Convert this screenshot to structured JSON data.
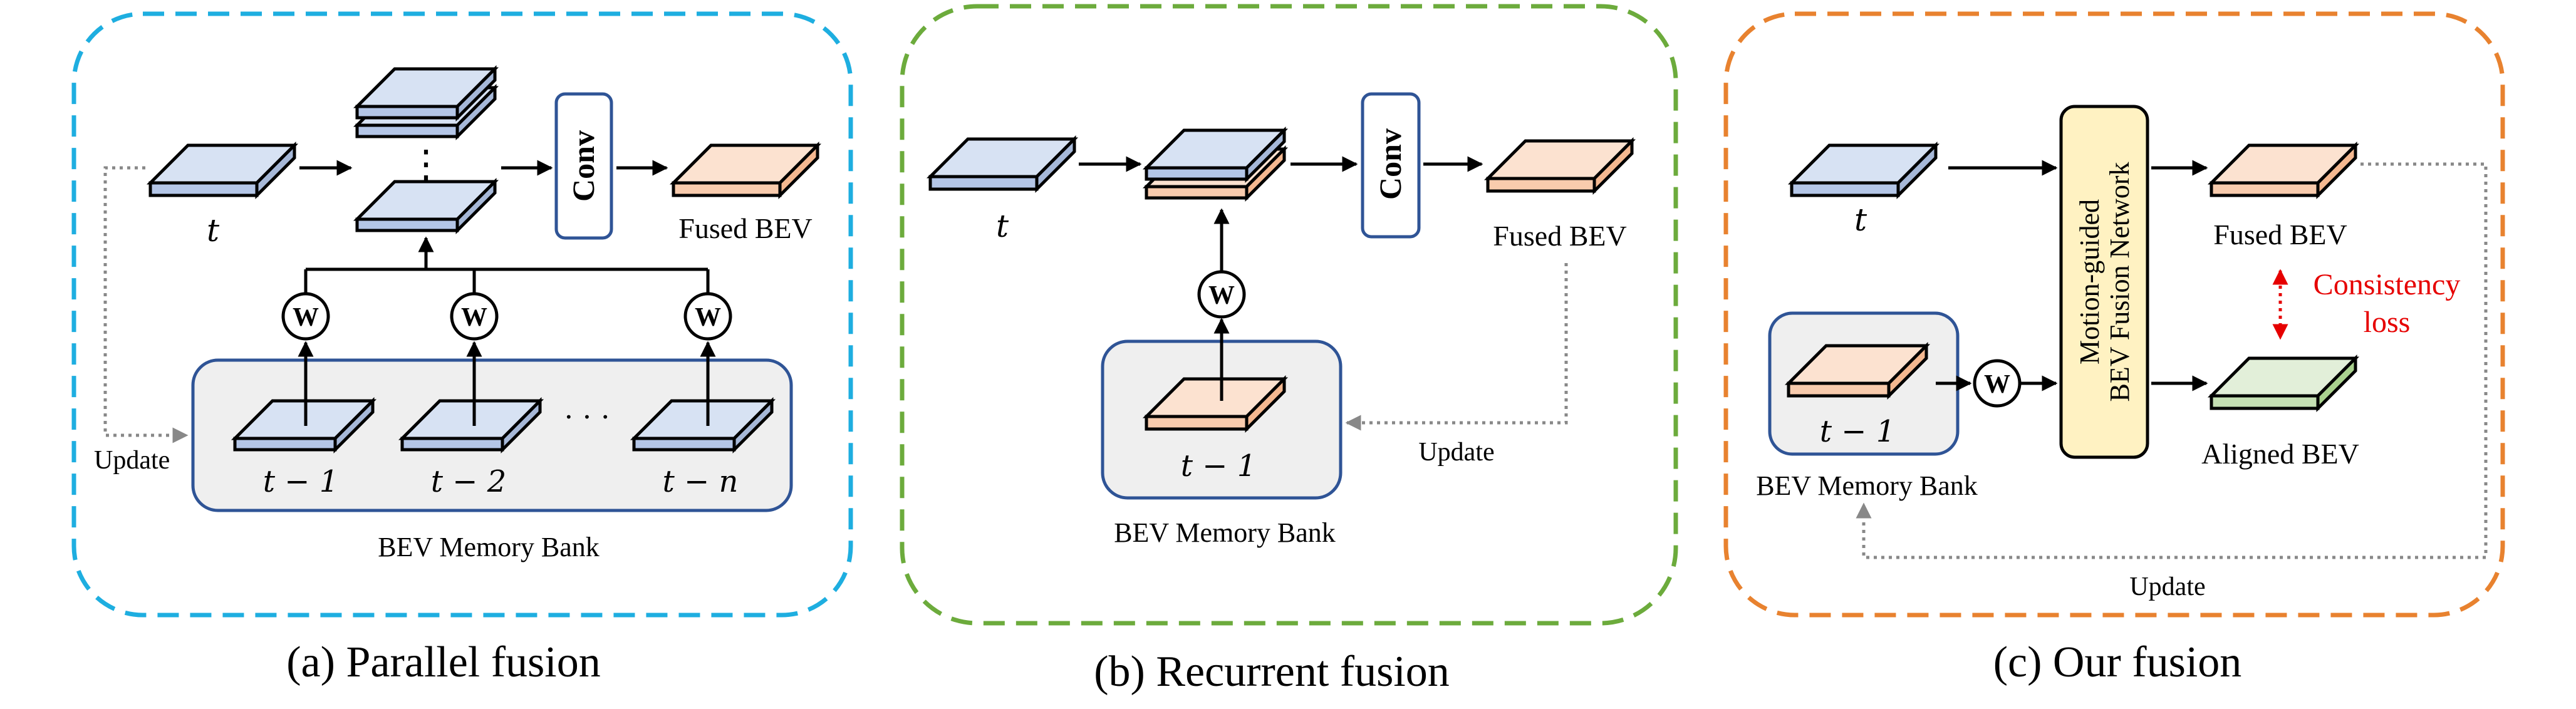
{
  "panels": [
    {
      "caption": "(a) Parallel fusion",
      "input_label": "t",
      "conv_label": "Conv",
      "output_label": "Fused BEV",
      "weight_symbol": "W",
      "bank_label": "BEV Memory Bank",
      "memory_items": [
        "t − 1",
        "t − 2",
        "t − n"
      ],
      "ellipsis": "· · ·",
      "stack_ellipsis": "⋮",
      "update_label": "Update"
    },
    {
      "caption": "(b) Recurrent fusion",
      "input_label": "t",
      "conv_label": "Conv",
      "output_label": "Fused BEV",
      "weight_symbol": "W",
      "bank_label": "BEV Memory Bank",
      "memory_items": [
        "t − 1"
      ],
      "update_label": "Update"
    },
    {
      "caption": "(c) Our fusion",
      "input_label": "t",
      "network_label_line1": "Motion-guided",
      "network_label_line2": "BEV Fusion Network",
      "output_label": "Fused BEV",
      "aligned_label": "Aligned BEV",
      "consistency_line1": "Consistency",
      "consistency_line2": "loss",
      "weight_symbol": "W",
      "bank_label": "BEV Memory Bank",
      "memory_items": [
        "t − 1"
      ],
      "update_label": "Update"
    }
  ],
  "colors": {
    "panel_a_border": "#1EAEE0",
    "panel_b_border": "#6CAB3C",
    "panel_c_border": "#E8822F",
    "feature_blue": "#D7E2F3",
    "feature_orange": "#FCE2D0",
    "feature_green": "#E2EFD9",
    "bank_fill": "#EFEFEF",
    "bank_border": "#2F5496",
    "network_fill": "#FFF2C2",
    "consistency_red": "#E60000"
  }
}
